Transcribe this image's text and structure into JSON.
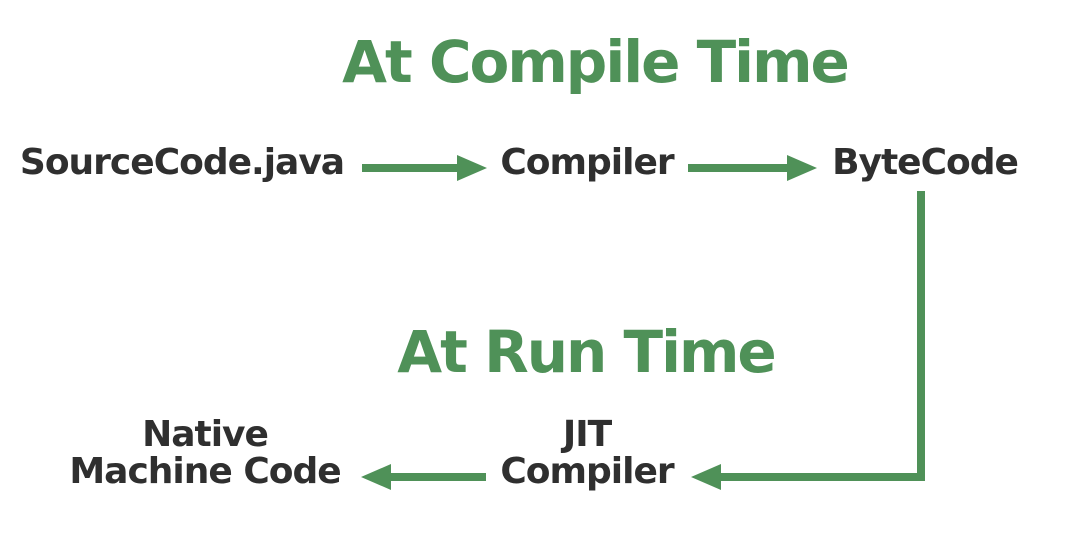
{
  "diagram": {
    "compile_section": {
      "title": "At Compile Time"
    },
    "run_section": {
      "title": "At Run Time"
    },
    "nodes": {
      "source_code": "SourceCode.java",
      "compiler": "Compiler",
      "bytecode": "ByteCode",
      "jit_line1": "JIT",
      "jit_line2": "Compiler",
      "native_line1": "Native",
      "native_line2": "Machine Code"
    },
    "colors": {
      "accent_green": "#4f9158",
      "text_dark": "#2f2f2f",
      "background": "#ffffff"
    }
  }
}
